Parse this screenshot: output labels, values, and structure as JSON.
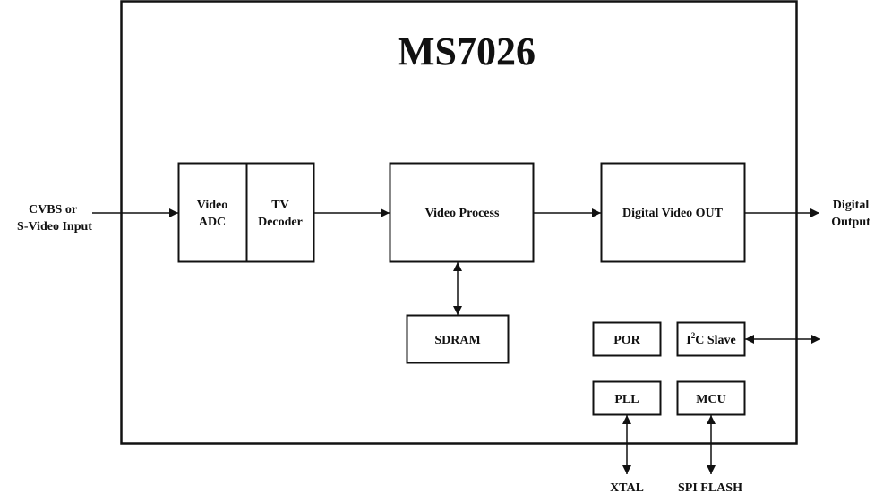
{
  "diagram": {
    "title": "MS7026",
    "colors": {
      "stroke": "#111111",
      "background": "#ffffff",
      "text": "#111111"
    },
    "external": {
      "input": [
        "CVBS or",
        "S-Video Input"
      ],
      "output": [
        "Digital",
        "Output"
      ],
      "xtal": "XTAL",
      "spi_flash": "SPI FLASH"
    },
    "blocks": {
      "video_adc": [
        "Video",
        "ADC"
      ],
      "tv_decoder": [
        "TV",
        "Decoder"
      ],
      "video_process": "Video Process",
      "digital_video_out": "Digital Video OUT",
      "sdram": "SDRAM",
      "por": "POR",
      "i2c_slave": {
        "prefix": "I",
        "superscript": "2",
        "suffix": "C Slave"
      },
      "pll": "PLL",
      "mcu": "MCU"
    },
    "connections": [
      {
        "from": "CVBS or S-Video Input",
        "to": "Video ADC",
        "type": "arrow"
      },
      {
        "from": "TV Decoder",
        "to": "Video Process",
        "type": "arrow"
      },
      {
        "from": "Video Process",
        "to": "Digital Video OUT",
        "type": "arrow"
      },
      {
        "from": "Digital Video OUT",
        "to": "Digital Output",
        "type": "arrow"
      },
      {
        "from": "Video Process",
        "to": "SDRAM",
        "type": "bidirectional"
      },
      {
        "from": "I2C Slave",
        "to": "external",
        "type": "bidirectional"
      },
      {
        "from": "PLL",
        "to": "XTAL",
        "type": "bidirectional"
      },
      {
        "from": "MCU",
        "to": "SPI FLASH",
        "type": "bidirectional"
      }
    ]
  }
}
